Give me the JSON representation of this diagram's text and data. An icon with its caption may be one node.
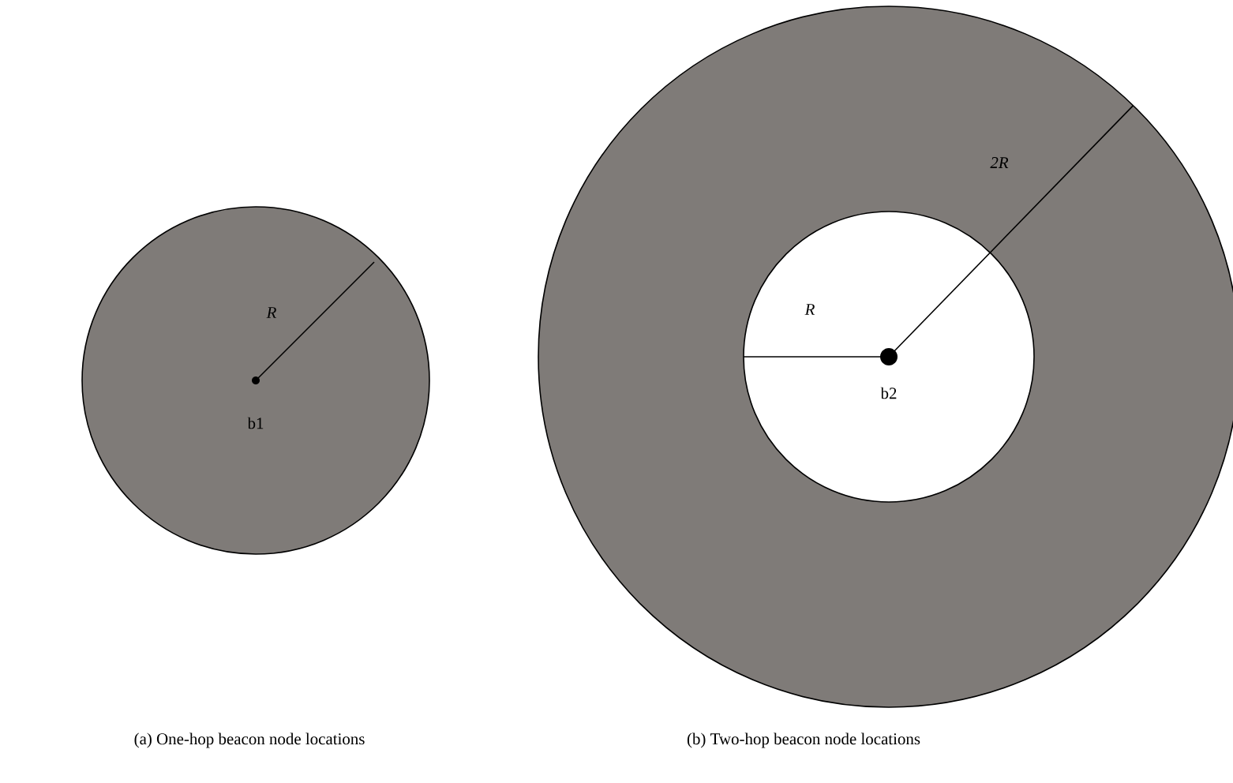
{
  "diagram": {
    "labels": [
      "R",
      "b1",
      "2R",
      "R",
      "b2",
      "(a) One-hop beacon node locations",
      "(b) Two-hop beacon node locations"
    ]
  }
}
